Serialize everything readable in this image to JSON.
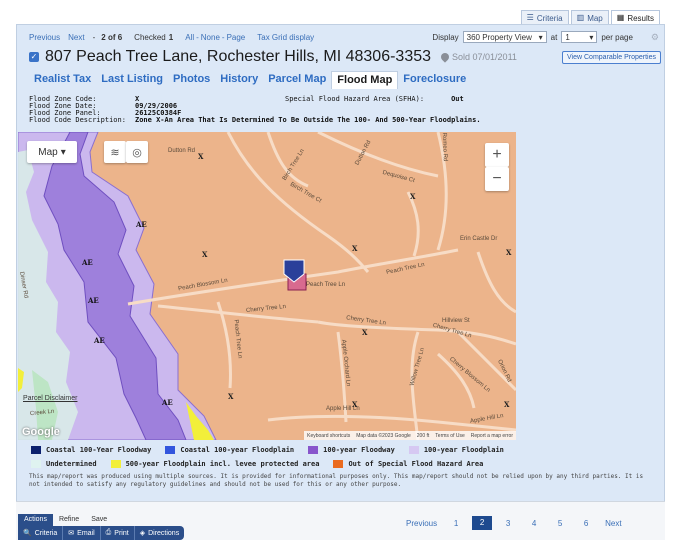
{
  "view_tabs": [
    {
      "label": "Criteria",
      "icon": "sliders-icon",
      "active": false
    },
    {
      "label": "Map",
      "icon": "map-icon",
      "active": false
    },
    {
      "label": "Results",
      "icon": "grid-icon",
      "active": true
    }
  ],
  "nav": {
    "previous": "Previous",
    "next": "Next",
    "position": "2",
    "of_total": "of 6",
    "checked_label": "Checked",
    "checked_count": "1",
    "all": "All",
    "none": "None",
    "page": "Page",
    "tax_grid": "Tax Grid display",
    "display_label": "Display",
    "display_value": "360 Property View",
    "at_label": "at",
    "per_page_value": "1",
    "per_page_label": "per page"
  },
  "property": {
    "address": "807 Peach Tree Lane, Rochester Hills, MI 48306-3353",
    "sold": "Sold 07/01/2011",
    "compare_button": "View Comparable Properties"
  },
  "tabs": [
    "Realist Tax",
    "Last Listing",
    "Photos",
    "History",
    "Parcel Map",
    "Flood Map",
    "Foreclosure"
  ],
  "active_tab": "Flood Map",
  "flood": {
    "zone_code_label": "Flood Zone Code:",
    "zone_code": "X",
    "zone_date_label": "Flood Zone Date:",
    "zone_date": "09/29/2006",
    "zone_panel_label": "Flood Zone Panel:",
    "zone_panel": "26125C0384F",
    "code_desc_label": "Flood Code Description:",
    "code_desc": "Zone X-An Area That Is Determined To Be Outside The 100- And 500-Year Floodplains.",
    "sfha_label": "Special Flood Hazard Area (SFHA):",
    "sfha": "Out"
  },
  "map": {
    "type_button": "Map",
    "parcel_disclaimer": "Parcel Disclaimer",
    "google": "Google",
    "attribution": [
      "Keyboard shortcuts",
      "Map data ©2023 Google",
      "200 ft",
      "Terms of Use",
      "Report a map error"
    ],
    "roads": [
      "Dutton Rd",
      "Birch Tree Ln",
      "Birch Tree Ct",
      "Dequoise Ct",
      "Dutton Rd",
      "Romeo Rd",
      "Peach Tree Ln",
      "Peach Blossom Ln",
      "Peach Tree Ln",
      "Erin Castle Dr",
      "Hillview St",
      "Cherry Tree Ln",
      "Cherry Tree Ln",
      "Cherry Tree Ln",
      "Apple Orchard Ln",
      "Willow Tree Ln",
      "Cherry Blossom Ln",
      "Apple Hill Ln",
      "Apple Hill Ln",
      "Creek Ln",
      "Orion Rd",
      "Peach Tree Ln",
      "Dinser Rd"
    ],
    "zone_labels_x": [
      "X",
      "X",
      "X",
      "X",
      "X",
      "X",
      "X",
      "X",
      "X",
      "X",
      "X"
    ],
    "zone_labels_ae": [
      "AE",
      "AE",
      "AE",
      "AE",
      "AE"
    ]
  },
  "legend": [
    {
      "label": "Coastal 100-Year Floodway",
      "color": "#0b1f6e"
    },
    {
      "label": "Coastal 100-year Floodplain",
      "color": "#3355dd"
    },
    {
      "label": "100-year Floodway",
      "color": "#8855cc"
    },
    {
      "label": "100-year Floodplain",
      "color": "#d6c8f2"
    },
    {
      "label": "Undetermined",
      "color": "#dff3f0"
    },
    {
      "label": "500-year Floodplain incl. levee protected area",
      "color": "#f2ef3a"
    },
    {
      "label": "Out of Special Flood Hazard Area",
      "color": "#ea6a1e"
    }
  ],
  "disclaimer": "This map/report was produced using multiple sources. It is provided for informational purposes only. This map/report should not be relied upon by any third parties. It is not intended to satisfy any regulatory guidelines and should not be used for this or any other purpose.",
  "action_tabs": [
    "Actions",
    "Refine",
    "Save"
  ],
  "actions": [
    {
      "label": "Criteria",
      "icon": "search-icon"
    },
    {
      "label": "Email",
      "icon": "email-icon"
    },
    {
      "label": "Print",
      "icon": "print-icon"
    },
    {
      "label": "Directions",
      "icon": "directions-icon"
    }
  ],
  "pager": {
    "previous": "Previous",
    "pages": [
      "1",
      "2",
      "3",
      "4",
      "5",
      "6"
    ],
    "current": "2",
    "next": "Next"
  }
}
